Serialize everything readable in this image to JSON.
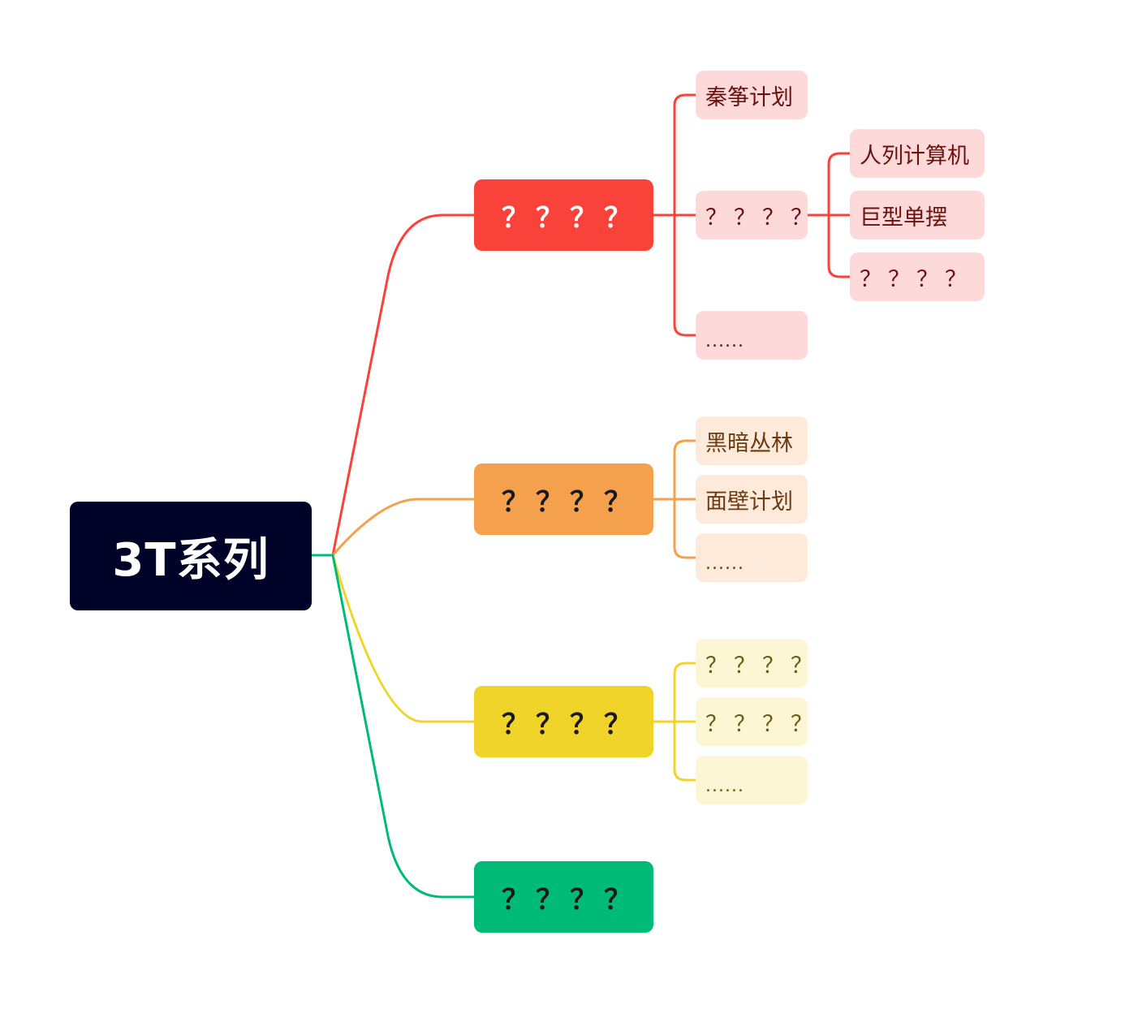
{
  "root": {
    "label": "3T系列"
  },
  "branches": [
    {
      "label": "？？？？",
      "color": "#f9423a",
      "children": [
        {
          "label": "秦筝计划"
        },
        {
          "label": "？？？？",
          "children": [
            {
              "label": "人列计算机"
            },
            {
              "label": "巨型单摆"
            },
            {
              "label": "？？？？"
            }
          ]
        },
        {
          "label": "......"
        }
      ]
    },
    {
      "label": "？？？？",
      "color": "#f4a04c",
      "children": [
        {
          "label": "黑暗丛林"
        },
        {
          "label": "面壁计划"
        },
        {
          "label": "......"
        }
      ]
    },
    {
      "label": "？？？？",
      "color": "#f0d42a",
      "children": [
        {
          "label": "？？？？"
        },
        {
          "label": "？？？？"
        },
        {
          "label": "......"
        }
      ]
    },
    {
      "label": "？？？？",
      "color": "#00bb78",
      "children": []
    }
  ]
}
